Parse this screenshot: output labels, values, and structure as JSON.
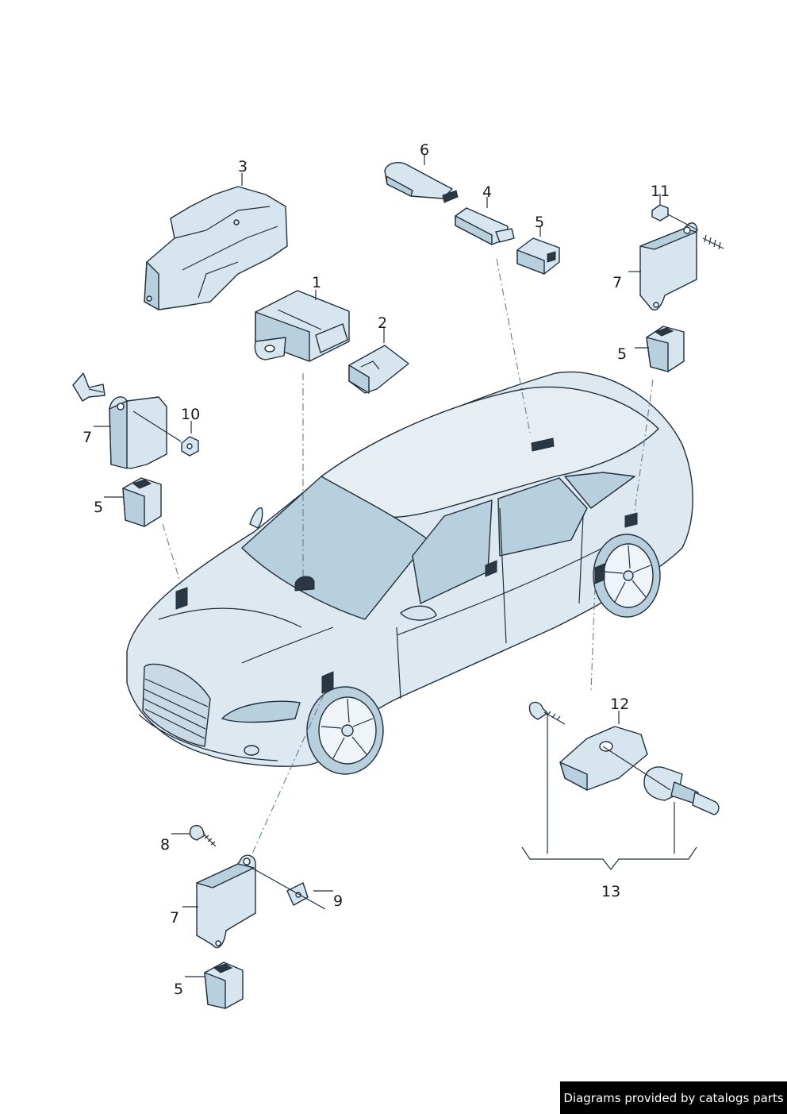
{
  "callouts": [
    {
      "id": "c1",
      "text": "1"
    },
    {
      "id": "c2",
      "text": "2"
    },
    {
      "id": "c3",
      "text": "3"
    },
    {
      "id": "c4",
      "text": "4"
    },
    {
      "id": "c5a",
      "text": "5"
    },
    {
      "id": "c5b",
      "text": "5"
    },
    {
      "id": "c5c",
      "text": "5"
    },
    {
      "id": "c5d",
      "text": "5"
    },
    {
      "id": "c6",
      "text": "6"
    },
    {
      "id": "c7a",
      "text": "7"
    },
    {
      "id": "c7b",
      "text": "7"
    },
    {
      "id": "c7c",
      "text": "7"
    },
    {
      "id": "c8",
      "text": "8"
    },
    {
      "id": "c9",
      "text": "9"
    },
    {
      "id": "c10",
      "text": "10"
    },
    {
      "id": "c11",
      "text": "11"
    },
    {
      "id": "c12",
      "text": "12"
    },
    {
      "id": "c13",
      "text": "13"
    }
  ],
  "credit": "Diagrams provided by catalogs parts",
  "colors": {
    "part_fill": "#d7e5ef",
    "outline": "#1f2f3c",
    "car_fill": "#dde8f0",
    "leader": "#5e7f94"
  }
}
